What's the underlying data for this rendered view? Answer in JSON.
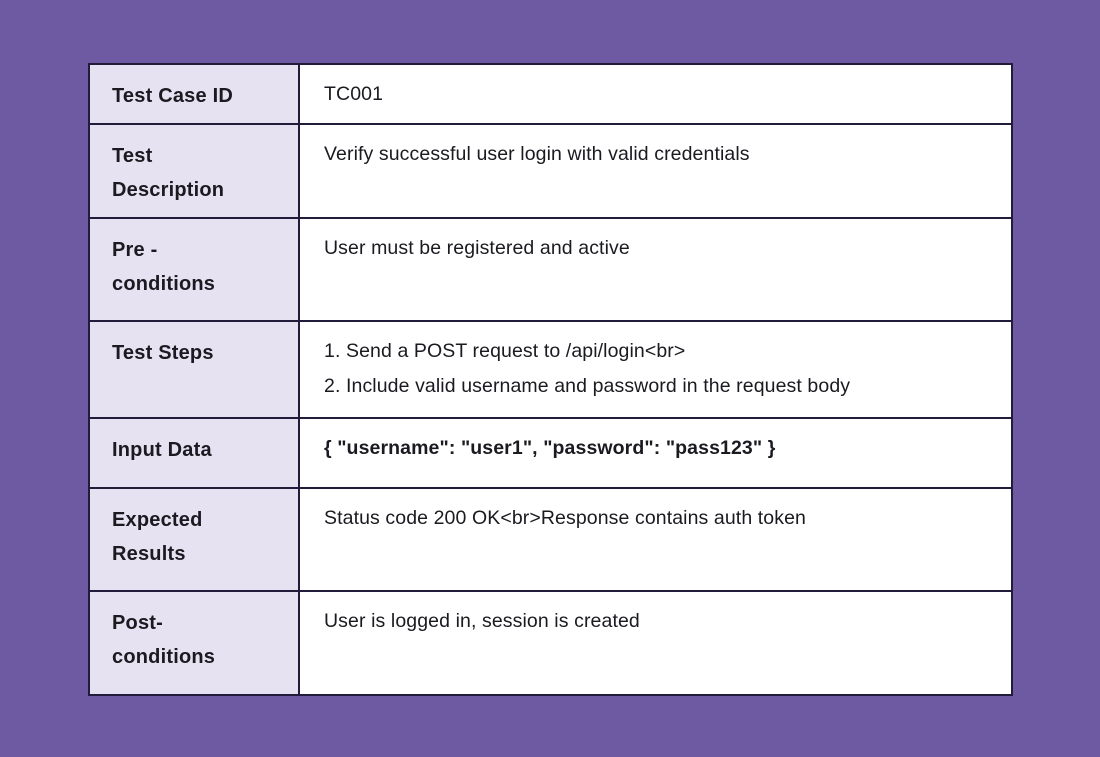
{
  "table": {
    "rows": [
      {
        "label": "Test Case ID",
        "value": "TC001"
      },
      {
        "label": "Test Description",
        "value": "Verify successful user login with valid credentials"
      },
      {
        "label": "Pre - conditions",
        "value": "User must be registered and active"
      },
      {
        "label": "Test Steps",
        "value": "1. Send a POST request to /api/login<br>\n2. Include valid username and password in the request body"
      },
      {
        "label": "Input Data",
        "value": "{ \"username\": \"user1\", \"password\": \"pass123\" }"
      },
      {
        "label": "Expected Results",
        "value": "Status code 200 OK<br>Response contains auth token"
      },
      {
        "label": "Post-conditions",
        "value": "User is logged in, session is created"
      }
    ]
  },
  "colors": {
    "background": "#6e5aa2",
    "label_cell": "#e7e2f1",
    "value_cell": "#ffffff",
    "border": "#221b3a",
    "text": "#1a1a20"
  }
}
